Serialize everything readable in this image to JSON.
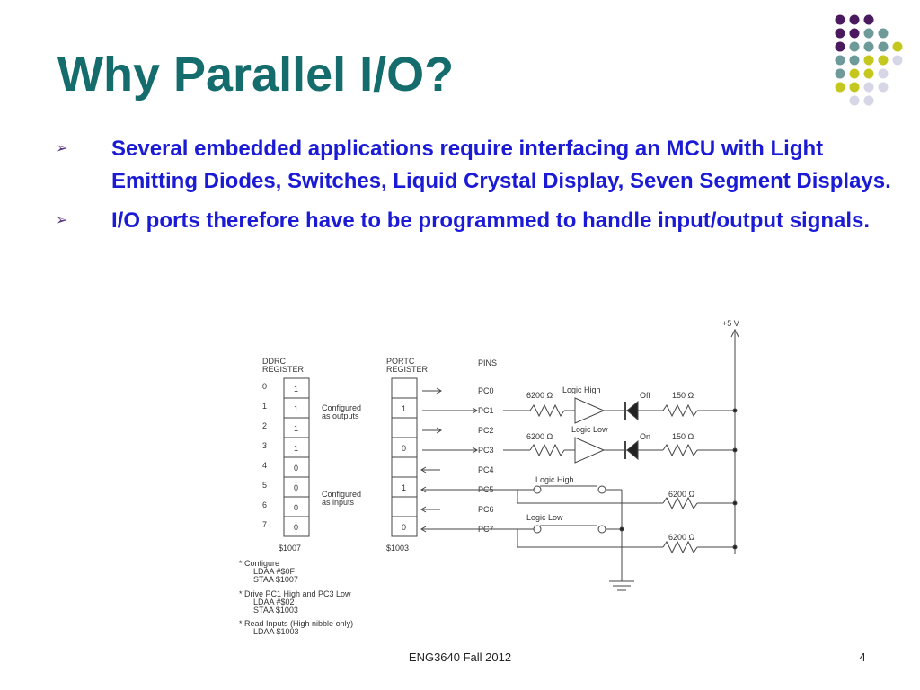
{
  "slide": {
    "title": "Why Parallel I/O?",
    "bullets": [
      "Several embedded applications require interfacing an MCU with Light Emitting Diodes, Switches, Liquid Crystal Display, Seven Segment Displays.",
      "I/O ports therefore have to be programmed to handle input/output signals."
    ],
    "footer": "ENG3640 Fall 2012",
    "page_number": "4"
  },
  "diagram": {
    "vcc": "+5 V",
    "ddrc_header": [
      "DDRC",
      "REGISTER"
    ],
    "portc_header": [
      "PORTC",
      "REGISTER"
    ],
    "pins_header": "PINS",
    "bit_labels": [
      "0",
      "1",
      "2",
      "3",
      "4",
      "5",
      "6",
      "7"
    ],
    "ddrc_values": [
      "1",
      "1",
      "1",
      "1",
      "0",
      "0",
      "0",
      "0"
    ],
    "portc_values": [
      "",
      "1",
      "",
      "0",
      "",
      "1",
      "",
      "0"
    ],
    "pin_labels": [
      "PC0",
      "PC1",
      "PC2",
      "PC3",
      "PC4",
      "PC5",
      "PC6",
      "PC7"
    ],
    "configured_outputs": [
      "Configured",
      "as outputs"
    ],
    "configured_inputs": [
      "Configured",
      "as inputs"
    ],
    "ddrc_addr": "$1007",
    "portc_addr": "$1003",
    "r_input_1": "6200 Ω",
    "r_input_2": "6200 Ω",
    "logic_high_1": "Logic High",
    "logic_low_1": "Logic Low",
    "led_off": "Off",
    "led_on": "On",
    "r_led_1": "150 Ω",
    "r_led_2": "150 Ω",
    "switch_logic_high": "Logic High",
    "switch_logic_low": "Logic Low",
    "r_pullup_1": "6200 Ω",
    "r_pullup_2": "6200 Ω",
    "code_lines": [
      "* Configure",
      "LDAA  #$0F",
      "STAA  $1007",
      "* Drive PC1 High and PC3 Low",
      "LDAA  #$02",
      "STAA  $1003",
      "* Read Inputs (High nibble only)",
      "LDAA  $1003"
    ]
  },
  "colors": {
    "title": "#146c6c",
    "bullet_text": "#1b1bd6",
    "bullet_marker": "#5a3a86",
    "dot_purple": "#4b1a5e",
    "dot_teal": "#6f9a9a",
    "dot_lime": "#c4c81e",
    "dot_lavender": "#d6d6e6"
  },
  "icons": {
    "bullet_marker": "arrowhead-bullet-icon",
    "decoration": "dot-grid-decoration"
  }
}
